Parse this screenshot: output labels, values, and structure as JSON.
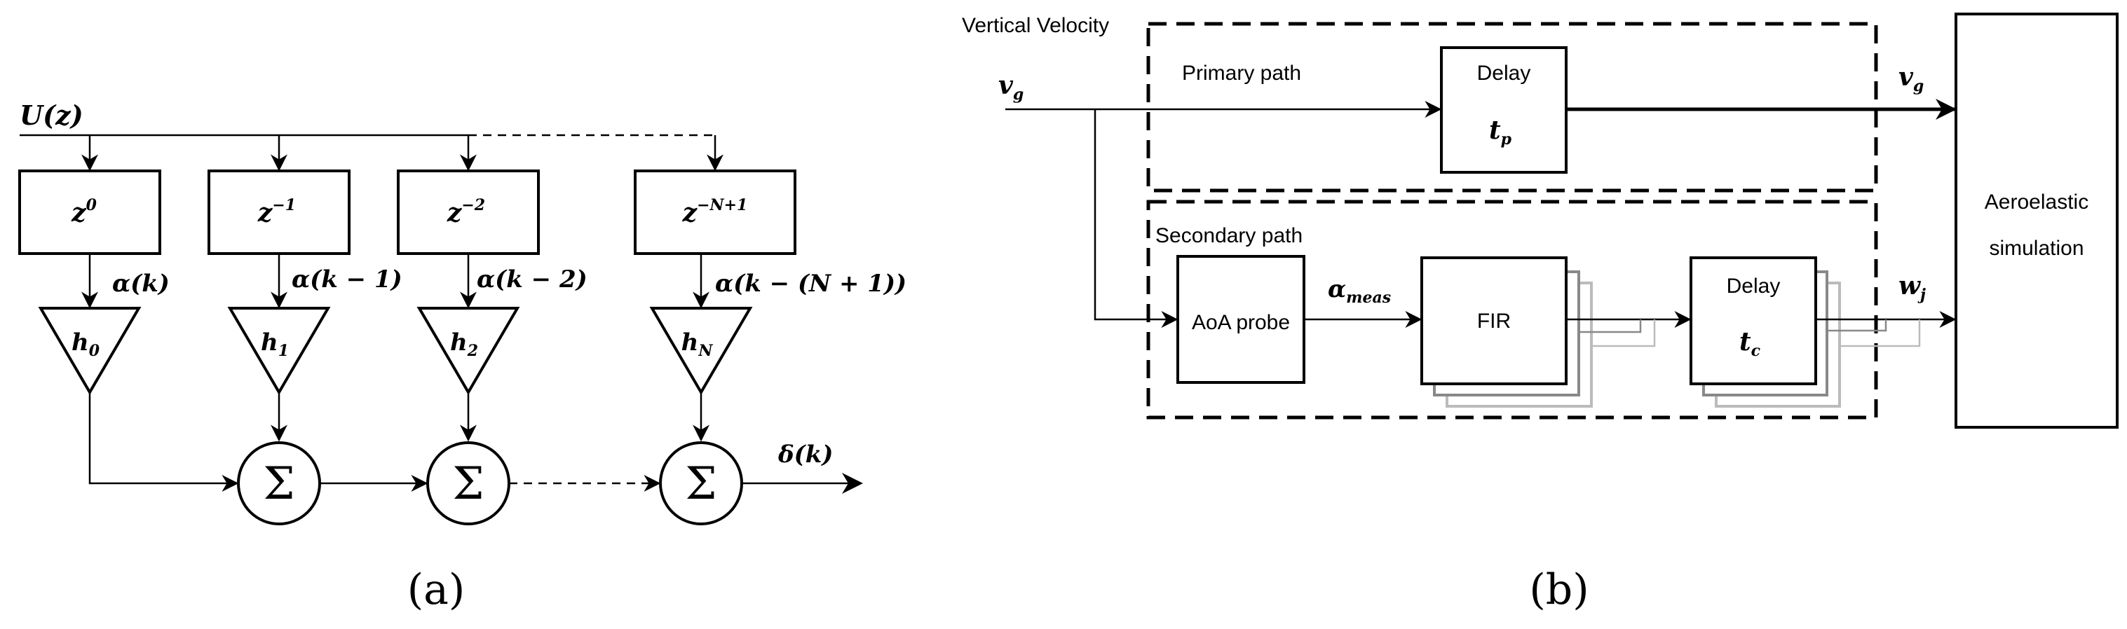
{
  "panel_a": {
    "caption": "(a)",
    "input_label": "U(z)",
    "delays": [
      {
        "base": "z",
        "exp": "0"
      },
      {
        "base": "z",
        "exp": "−1"
      },
      {
        "base": "z",
        "exp": "−2"
      },
      {
        "base": "z",
        "exp": "−N+1"
      }
    ],
    "alpha_labels": [
      "α(k)",
      "α(k − 1)",
      "α(k − 2)",
      "α(k − (N + 1))"
    ],
    "gains": [
      {
        "base": "h",
        "sub": "0"
      },
      {
        "base": "h",
        "sub": "1"
      },
      {
        "base": "h",
        "sub": "2"
      },
      {
        "base": "h",
        "sub": "N"
      }
    ],
    "sum_symbol": "Σ",
    "output_label": "δ(k)"
  },
  "panel_b": {
    "caption": "(b)",
    "vertical_velocity_label": "Vertical Velocity",
    "primary_path_label": "Primary path",
    "secondary_path_label": "Secondary path",
    "input_label": {
      "base": "v",
      "sub": "g"
    },
    "output_vg_label": {
      "base": "v",
      "sub": "g"
    },
    "output_w_label": {
      "base": "w",
      "sub": "j"
    },
    "delay_primary": {
      "title": "Delay",
      "base": "t",
      "sub": "p"
    },
    "delay_secondary": {
      "title": "Delay",
      "base": "t",
      "sub": "c"
    },
    "aoa_probe_label": "AoA probe",
    "alpha_meas": {
      "base": "α",
      "sub": "meas"
    },
    "fir_label": "FIR",
    "sim_line1": "Aeroelastic",
    "sim_line2": "simulation"
  }
}
